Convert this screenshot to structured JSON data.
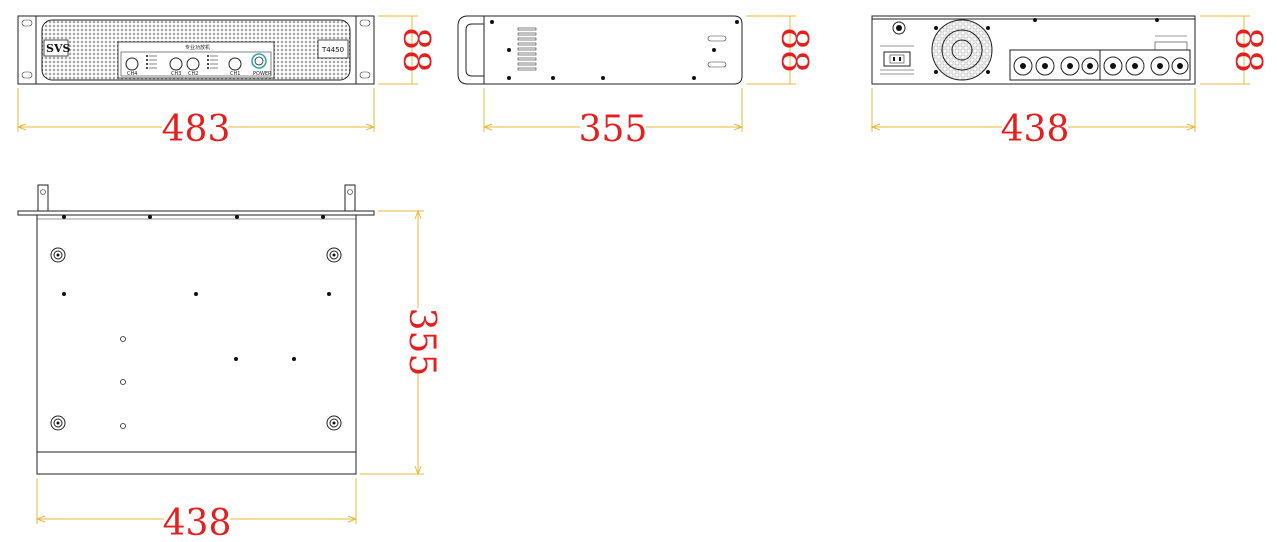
{
  "front_view": {
    "brand": "SVS",
    "model": "T4450",
    "panel_title": "专业功放机",
    "channel_labels": [
      "CH4",
      "CH3",
      "CH2",
      "CH1"
    ],
    "power_label": "POWER",
    "width_dim": "483",
    "height_dim": "88"
  },
  "side_view": {
    "depth_dim": "355",
    "height_dim": "88"
  },
  "rear_view": {
    "width_dim": "438",
    "height_dim": "88"
  },
  "bottom_view": {
    "width_dim": "438",
    "depth_dim": "355"
  },
  "colors": {
    "dimension_text": "#e61e1e",
    "dimension_line": "#e8b93c",
    "outline": "#222222"
  }
}
